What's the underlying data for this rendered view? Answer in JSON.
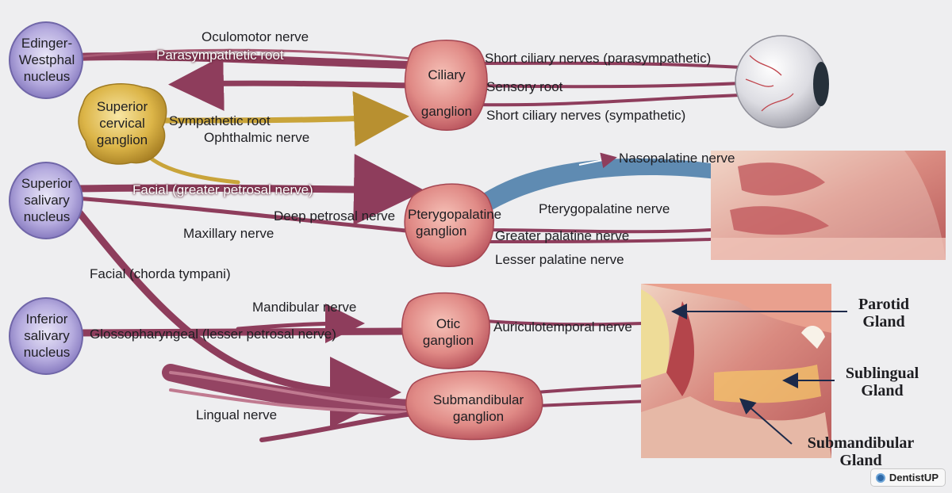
{
  "nuclei": {
    "edinger_westphal": [
      "Edinger-",
      "Westphal",
      "nucleus"
    ],
    "superior_salivary": [
      "Superior",
      "salivary",
      "nucleus"
    ],
    "inferior_salivary": [
      "Inferior",
      "salivary",
      "nucleus"
    ]
  },
  "ganglia": {
    "superior_cervical": [
      "Superior",
      "cervical",
      "ganglion"
    ],
    "ciliary": [
      "Ciliary",
      "ganglion"
    ],
    "pterygopalatine": [
      "Pterygopalatine",
      "ganglion"
    ],
    "otic": [
      "Otic",
      "ganglion"
    ],
    "submandibular": [
      "Submandibular",
      "ganglion"
    ]
  },
  "nerve_labels": {
    "oculomotor": "Oculomotor nerve",
    "parasympathetic_root": "Parasympathetic root",
    "sympathetic_root": "Sympathetic root",
    "ophthalmic": "Ophthalmic nerve",
    "short_ciliary_para": "Short ciliary nerves (parasympathetic)",
    "sensory_root": "Sensory root",
    "short_ciliary_symp": "Short ciliary nerves (sympathetic)",
    "facial_gpn": "Facial (greater petrosal nerve)",
    "deep_petrosal": "Deep petrosal nerve",
    "maxillary": "Maxillary nerve",
    "nasopalatine": "Nasopalatine nerve",
    "pterygopalatine_nerve": "Pterygopalatine nerve",
    "greater_palatine": "Greater palatine nerve",
    "lesser_palatine": "Lesser palatine nerve",
    "chorda_tympani": "Facial (chorda tympani)",
    "mandibular": "Mandibular nerve",
    "glossopharyngeal": "Glossopharyngeal (lesser petrosal nerve)",
    "auriculotemporal": "Auriculotemporal nerve",
    "lingual": "Lingual nerve"
  },
  "glands": {
    "parotid": [
      "Parotid",
      "Gland"
    ],
    "sublingual": [
      "Sublingual",
      "Gland"
    ],
    "submandibular": [
      "Submandibular",
      "Gland"
    ]
  },
  "watermark": "DentistUP",
  "colors": {
    "nerve": "#8e3d5c",
    "sympathetic": "#c9a43a",
    "nucleus": "#8a7fc4",
    "ganglion": "#d9707a",
    "arrow_blue": "#4f7fab"
  }
}
